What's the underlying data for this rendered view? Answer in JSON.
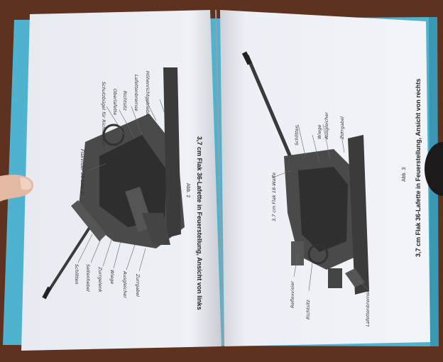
{
  "left_page": {
    "figure_number": "Abb. 2",
    "caption": "3,7 cm Flak 36-Lafette in Feuerstellung, Ansicht von links",
    "labels": [
      "Schutzbügel für Richtwinkel",
      "Oberlafette",
      "Richtsitz",
      "Lafettenbremse",
      "Höhenrichtgetriebe",
      "Flakvisier 36 bzw. D",
      "Schlitten",
      "Seitenhebel",
      "Zurrgelenk",
      "Wiege",
      "Ausgleicher",
      "Zurrgabel"
    ]
  },
  "right_page": {
    "figure_number": "Abb. 3",
    "caption": "3,7 cm Flak 36-Lafette in Feuerstellung, Ansicht von rechts",
    "labels": [
      "3,7 cm Flak 18-Waffe",
      "Schlitten",
      "Wiege",
      "Ausgleicher",
      "Zurrgabel",
      "Reflexvisier",
      "Richtsitz",
      "Lafettenbremse"
    ]
  },
  "colors": {
    "table": "#5a2e1c",
    "cover": "#4fb3cf",
    "paper": "#eef0f5"
  }
}
